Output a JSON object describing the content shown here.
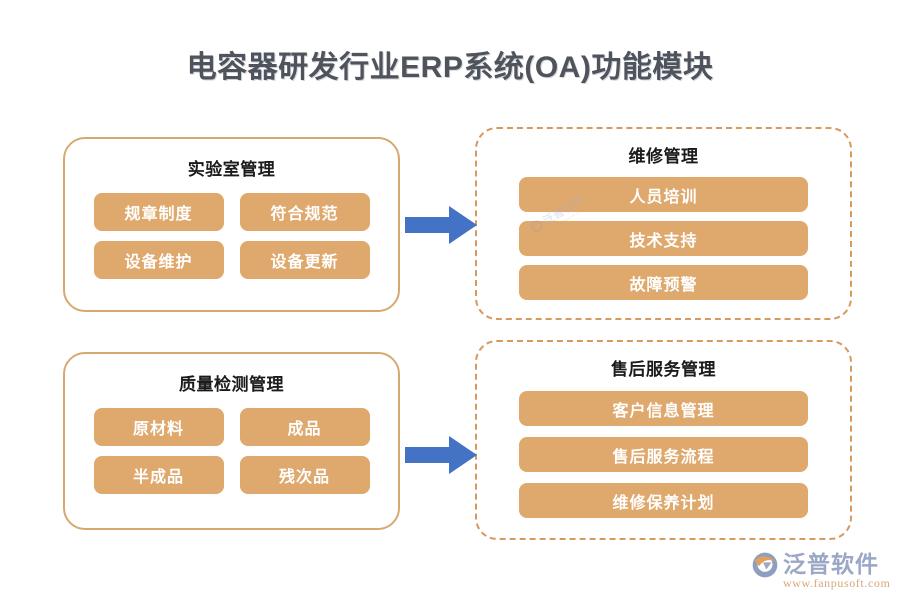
{
  "page": {
    "title": "电容器研发行业ERP系统(OA)功能模块",
    "background_color": "#ffffff",
    "title_color": "#4e535c"
  },
  "theme": {
    "pill_color": "#dfa86c",
    "pill_text_color": "#ffffff",
    "card_border_solid": "#d7a972",
    "card_border_dashed": "#d79a5e",
    "arrow_color": "#4472c4"
  },
  "cards": [
    {
      "id": "lab",
      "title": "实验室管理",
      "border_style": "solid",
      "items": [
        "规章制度",
        "符合规范",
        "设备维护",
        "设备更新"
      ]
    },
    {
      "id": "maint",
      "title": "维修管理",
      "border_style": "dashed",
      "items": [
        "人员培训",
        "技术支持",
        "故障预警"
      ]
    },
    {
      "id": "qc",
      "title": "质量检测管理",
      "border_style": "solid",
      "items": [
        "原材料",
        "成品",
        "半成品",
        "残次品"
      ]
    },
    {
      "id": "svc",
      "title": "售后服务管理",
      "border_style": "dashed",
      "items": [
        "客户信息管理",
        "售后服务流程",
        "维修保养计划"
      ]
    }
  ],
  "arrows": [
    {
      "id": "top",
      "icon": "arrow-right-icon",
      "from": "lab",
      "to": "maint"
    },
    {
      "id": "bottom",
      "icon": "arrow-right-icon",
      "from": "qc",
      "to": "svc"
    }
  ],
  "brand": {
    "icon": "fanpu-logo-icon",
    "name": "泛普软件",
    "url": "www.fanpusoft.com",
    "name_color": "#9ba7c6",
    "url_color": "#d9a878"
  },
  "watermark": {
    "name": "泛普软件",
    "url": "www.fanpusoft.com"
  }
}
